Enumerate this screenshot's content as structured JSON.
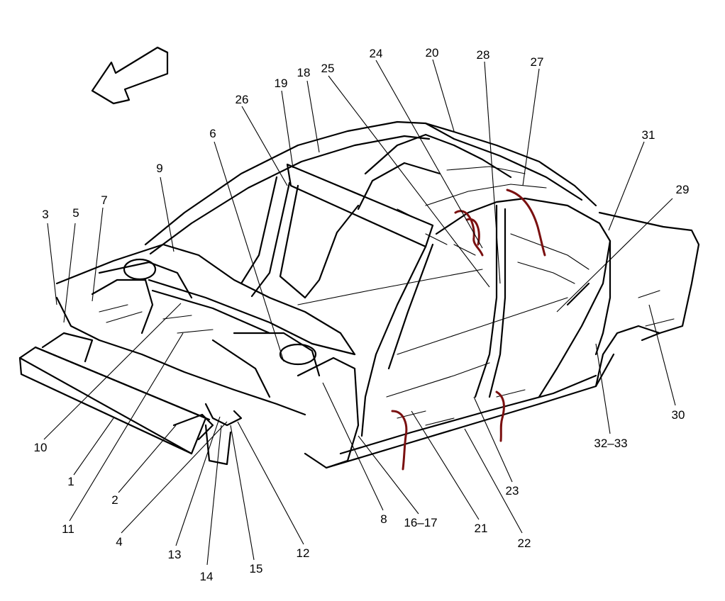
{
  "colors": {
    "line": "#000000",
    "marker": "#7a1010",
    "background": "#ffffff"
  },
  "icons": {
    "direction_arrow": "front-direction-arrow-icon"
  },
  "callouts": [
    {
      "id": "c1",
      "label": "1"
    },
    {
      "id": "c2",
      "label": "2"
    },
    {
      "id": "c3",
      "label": "3"
    },
    {
      "id": "c4",
      "label": "4"
    },
    {
      "id": "c5",
      "label": "5"
    },
    {
      "id": "c6",
      "label": "6"
    },
    {
      "id": "c7",
      "label": "7"
    },
    {
      "id": "c8",
      "label": "8"
    },
    {
      "id": "c9",
      "label": "9"
    },
    {
      "id": "c10",
      "label": "10"
    },
    {
      "id": "c11",
      "label": "11"
    },
    {
      "id": "c12",
      "label": "12"
    },
    {
      "id": "c13",
      "label": "13"
    },
    {
      "id": "c14",
      "label": "14"
    },
    {
      "id": "c15",
      "label": "15"
    },
    {
      "id": "c16",
      "label": "16–17"
    },
    {
      "id": "c18",
      "label": "18"
    },
    {
      "id": "c19",
      "label": "19"
    },
    {
      "id": "c20",
      "label": "20"
    },
    {
      "id": "c21",
      "label": "21"
    },
    {
      "id": "c22",
      "label": "22"
    },
    {
      "id": "c23",
      "label": "23"
    },
    {
      "id": "c24",
      "label": "24"
    },
    {
      "id": "c25",
      "label": "25"
    },
    {
      "id": "c26",
      "label": "26"
    },
    {
      "id": "c27",
      "label": "27"
    },
    {
      "id": "c28",
      "label": "28"
    },
    {
      "id": "c29",
      "label": "29"
    },
    {
      "id": "c30",
      "label": "30"
    },
    {
      "id": "c31",
      "label": "31"
    },
    {
      "id": "c32",
      "label": "32–33"
    }
  ]
}
